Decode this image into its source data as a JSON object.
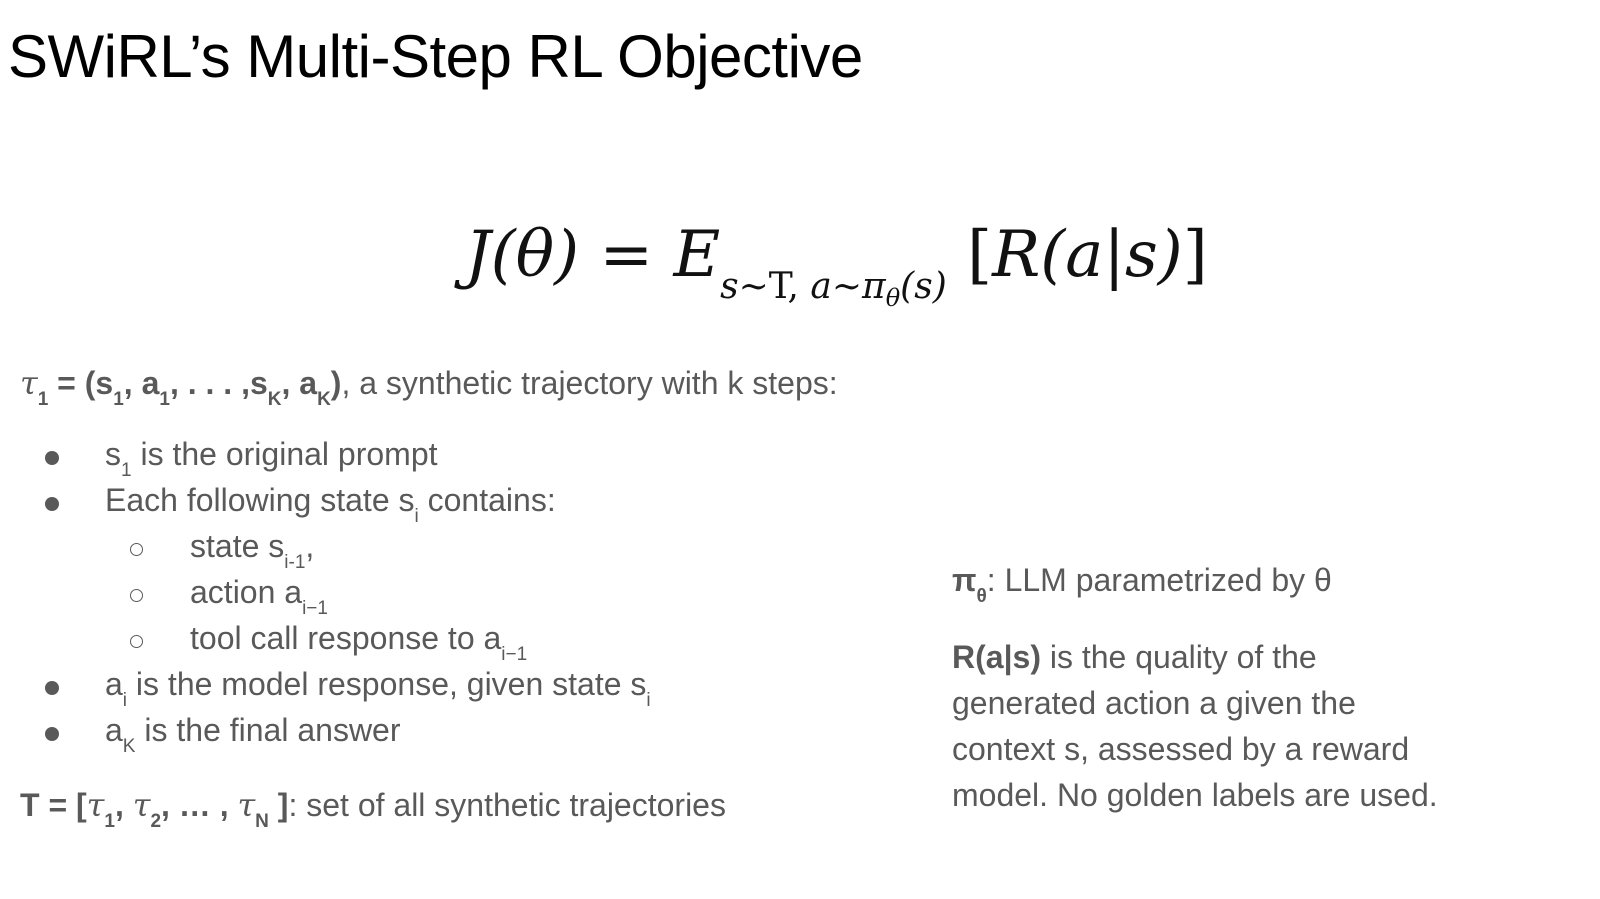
{
  "title": "SWiRL’s Multi-Step RL Objective",
  "formula": {
    "lhs": "J(θ)",
    "equals": "=",
    "expectation": "E",
    "sub_s": "s∼",
    "sub_T": "T,",
    "sub_a": "a∼π",
    "sub_theta": "θ",
    "sub_paren": "(s)",
    "bracket_open": "[",
    "body": "R(a|s)",
    "bracket_close": "]"
  },
  "trajectory": {
    "tau": "τ",
    "tau_sub": "1",
    "eq_open": " = (s",
    "s1_sub": "1",
    "comma_a": ", a",
    "a1_sub": "1",
    "dots": ", . . . ,s",
    "sK_sub": "K",
    "comma_aK": ", a",
    "aK_sub": "K",
    "close": ")",
    "rest": ", a synthetic trajectory with k steps:"
  },
  "bullets": {
    "b1": {
      "pre": "s",
      "sub": "1",
      "post": " is the original prompt"
    },
    "b2": {
      "pre": "Each following state s",
      "sub": "i",
      "post": " contains:"
    },
    "b2a": {
      "pre": "state s",
      "sub": "i-1",
      "post": ","
    },
    "b2b": {
      "pre": "action a",
      "sub": "i−1",
      "post": ""
    },
    "b2c": {
      "pre": "tool call response to  a",
      "sub": "i−1",
      "post": ""
    },
    "b3": {
      "pre": "a",
      "sub": "i",
      "mid": " is the model response, given state s",
      "sub2": "i"
    },
    "b4": {
      "pre": "a",
      "sub": "K",
      "post": " is the final answer"
    }
  },
  "T_def": {
    "open": "T = [",
    "tau1": "τ",
    "sub1": "1",
    "sep1": ", ",
    "tau2": "τ",
    "sub2": "2",
    "sep2": ", … , ",
    "tauN": "τ",
    "subN": "N",
    "close": " ]",
    "rest": ": set of all synthetic trajectories"
  },
  "pi_def": {
    "pi": "π",
    "sub": "θ",
    "rest": ": LLM parametrized by θ"
  },
  "R_def": {
    "bold": "R(a|s)",
    "line1": " is the quality of the",
    "line2": "generated action a given the",
    "line3": "context s, assessed by a reward",
    "line4": "model. No golden labels are used."
  }
}
